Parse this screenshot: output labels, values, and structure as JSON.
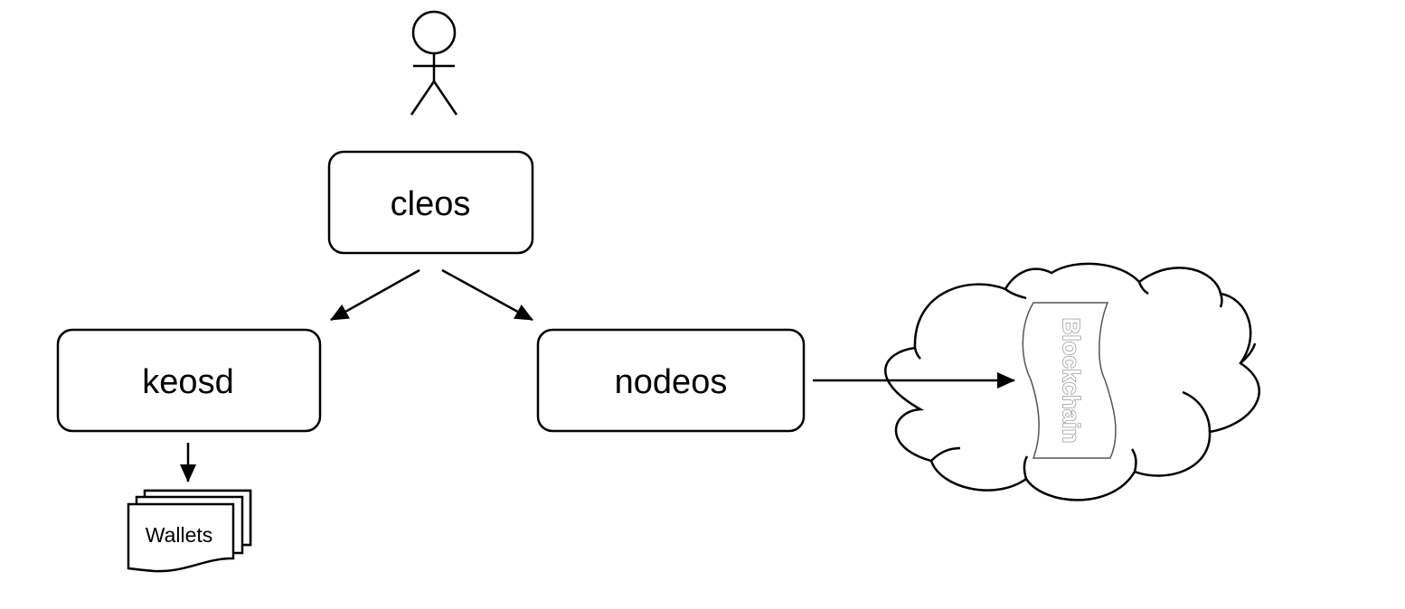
{
  "diagram": {
    "nodes": {
      "cleos": {
        "label": "cleos"
      },
      "keosd": {
        "label": "keosd"
      },
      "nodeos": {
        "label": "nodeos"
      },
      "wallets": {
        "label": "Wallets"
      },
      "blockchain": {
        "label": "Blockchain"
      }
    },
    "edges": [
      {
        "from": "cleos",
        "to": "keosd"
      },
      {
        "from": "cleos",
        "to": "nodeos"
      },
      {
        "from": "keosd",
        "to": "wallets"
      },
      {
        "from": "nodeos",
        "to": "blockchain"
      }
    ],
    "colors": {
      "stroke": "#000000",
      "background": "#ffffff",
      "chain_text_outline": "#7f7f7f"
    }
  }
}
